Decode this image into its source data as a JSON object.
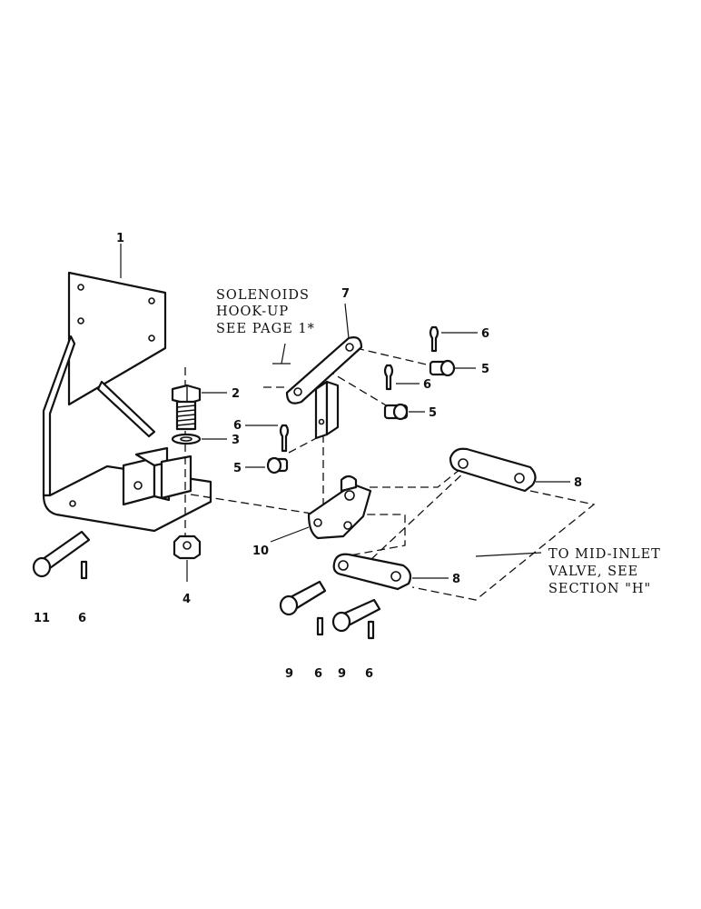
{
  "notes": {
    "solenoids": [
      "SOLENOIDS",
      "HOOK-UP",
      "SEE PAGE 1*"
    ],
    "mid_inlet": [
      "TO MID-INLET",
      "VALVE, SEE",
      "SECTION \"H\""
    ]
  },
  "callouts": {
    "c1": "1",
    "c2": "2",
    "c3": "3",
    "c4": "4",
    "c5a": "5",
    "c5b": "5",
    "c5c": "5",
    "c6a": "6",
    "c6b": "6",
    "c6c": "6",
    "c6d": "6",
    "c6e": "6",
    "c6f": "6",
    "c7": "7",
    "c8a": "8",
    "c8b": "8",
    "c9a": "9",
    "c9b": "9",
    "c10": "10",
    "c11": "11"
  }
}
